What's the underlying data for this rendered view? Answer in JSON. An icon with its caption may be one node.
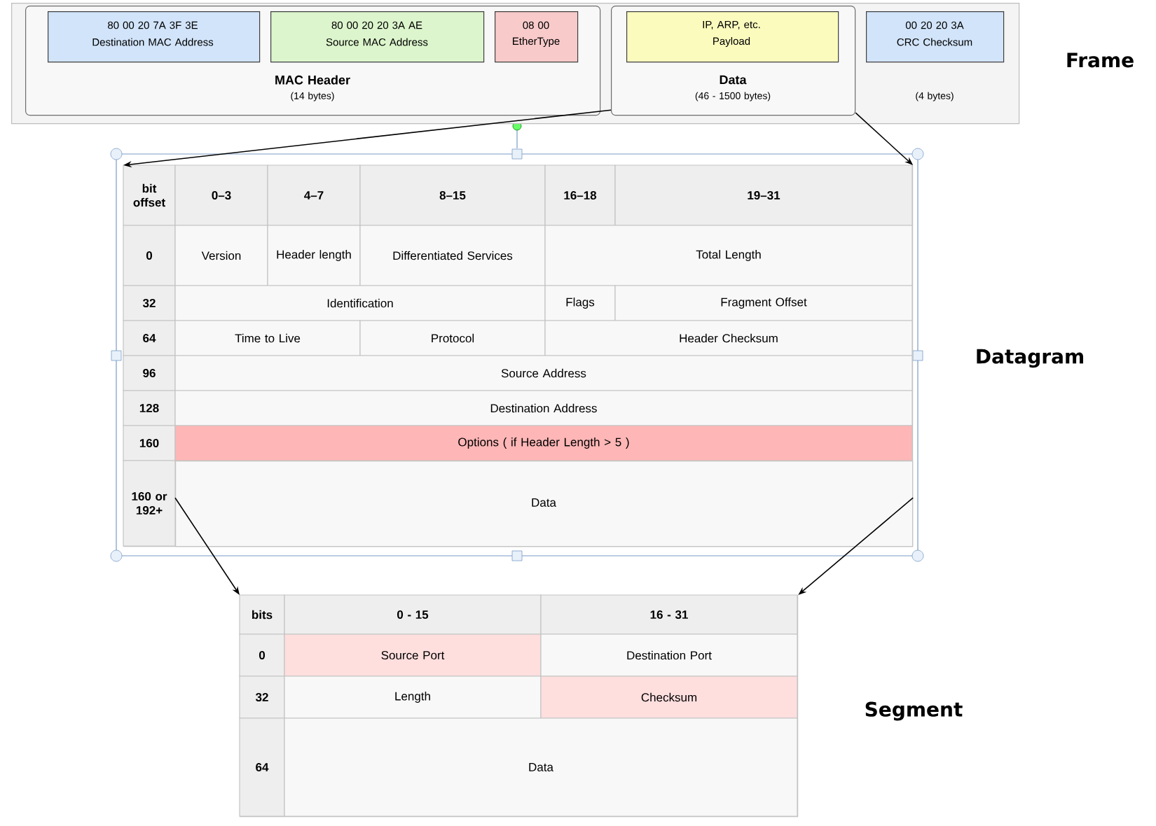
{
  "diagram": {
    "nodes": [
      {
        "text": [
          "Frame"
        ]
      },
      {
        "text": [
          "MAC Header",
          "(14 bytes)"
        ],
        "in": 0
      },
      {
        "text": [
          "80 00 20 7A 3F 3E",
          "Destination MAC Address"
        ],
        "in": 1
      },
      {
        "text": [
          "80 00 20 20 3A AE",
          "Source MAC Address"
        ],
        "in": 1
      },
      {
        "text": [
          "08 00",
          "EtherType"
        ],
        "in": 1
      },
      {
        "text": [
          "Data",
          "(46 - 1500 bytes)"
        ],
        "in": 0
      },
      {
        "text": [
          "IP, ARP, etc.",
          "Payload"
        ],
        "in": 5
      },
      {
        "text": [
          "00 20 20 3A",
          "CRC Checksum"
        ],
        "in": 0,
        "beside": [
          "(4 bytes)"
        ]
      },
      {
        "text": [
          "Datagram"
        ]
      },
      {
        "text": [
          "Data"
        ],
        "in": 8
      },
      {
        "text": [
          "Segment"
        ]
      }
    ],
    "edges": [
      {
        "from": 5,
        "to": 8,
        "arrow": "to"
      },
      {
        "from": 5,
        "to": 8,
        "arrow": "to"
      },
      {
        "from": 9,
        "to": 10,
        "arrow": "to"
      },
      {
        "from": 9,
        "to": 10,
        "arrow": "to"
      }
    ],
    "labels": [
      "bit offset",
      "0–3",
      "4–7",
      "8–15",
      "16–18",
      "19–31",
      "0",
      "Version",
      "Header length",
      "Differentiated Services",
      "Total Length",
      "32",
      "Identification",
      "Flags",
      "Fragment Offset",
      "64",
      "Time to Live",
      "Protocol",
      "Header Checksum",
      "96",
      "Source Address",
      "128",
      "Destination Address",
      "160",
      "Options ( if Header Length > 5 )",
      "160 or 192+",
      "bits",
      "0 - 15",
      "16 - 31",
      "0",
      "Source Port",
      "Destination Port",
      "32",
      "Length",
      "Checksum",
      "64",
      "Data"
    ]
  }
}
